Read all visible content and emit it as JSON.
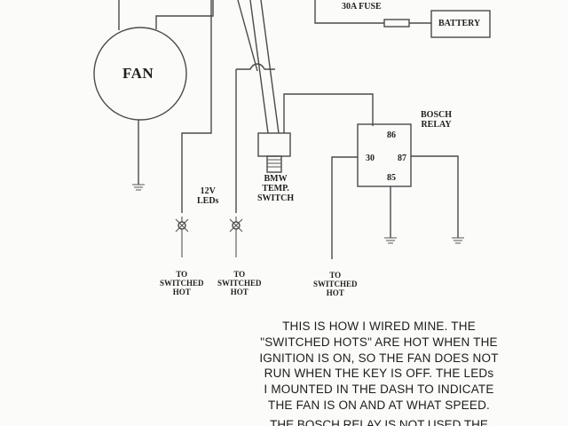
{
  "components": {
    "fan": "FAN",
    "fuse": "30A FUSE",
    "battery": "BATTERY",
    "relay_title_line1": "BOSCH",
    "relay_title_line2": "RELAY",
    "relay_pin_86": "86",
    "relay_pin_30": "30",
    "relay_pin_87": "87",
    "relay_pin_85": "85",
    "temp_switch_line1": "BMW",
    "temp_switch_line2": "TEMP.",
    "temp_switch_line3": "SWITCH",
    "leds_line1": "12V",
    "leds_line2": "LEDs"
  },
  "hot_labels": [
    {
      "line1": "TO",
      "line2": "SWITCHED",
      "line3": "HOT"
    },
    {
      "line1": "TO",
      "line2": "SWITCHED",
      "line3": "HOT"
    },
    {
      "line1": "TO",
      "line2": "SWITCHED",
      "line3": "HOT"
    }
  ],
  "note": {
    "lines": [
      "THIS IS HOW I WIRED MINE.  THE",
      "\"SWITCHED HOTS\" ARE HOT WHEN THE",
      "IGNITION IS ON, SO THE FAN DOES NOT",
      "RUN WHEN THE KEY IS OFF. THE LEDs",
      "I MOUNTED IN THE DASH TO INDICATE",
      "THE FAN IS ON AND AT WHAT SPEED."
    ],
    "cutoff_line": "THE BOSCH RELAY IS NOT USED THE"
  }
}
